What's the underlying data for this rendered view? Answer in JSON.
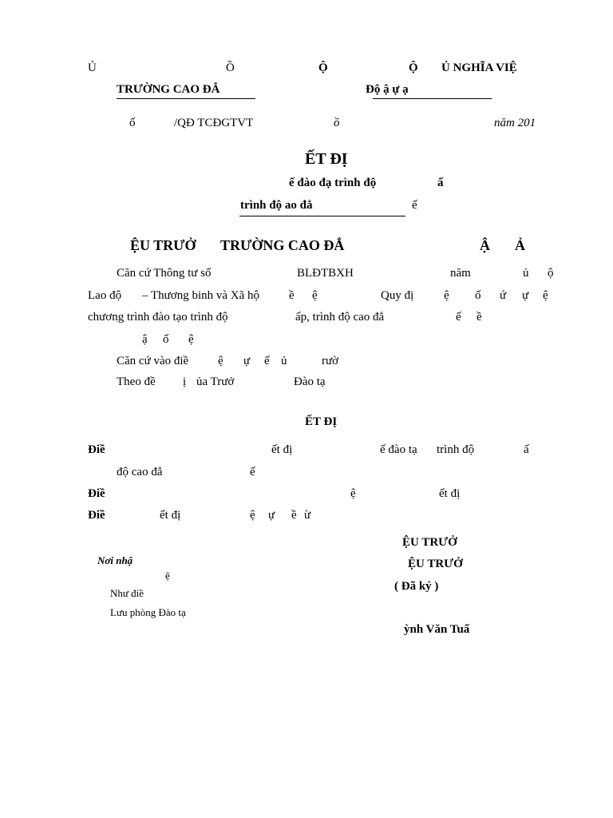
{
  "header": {
    "left_top": [
      "Ủ",
      "Ồ",
      "Ộ",
      "Ộ",
      "Ủ NGHĨA VIỆ"
    ],
    "school_name": "TRƯỜNG CAO ĐẲ",
    "motto": "Độ ậ ự ạ",
    "doc_number_prefix": "ố",
    "doc_number_code": "/QĐ TCĐGTVT",
    "date_mid": "ồ",
    "date_year": "năm 201"
  },
  "title": {
    "main": "ẾT ĐỊ",
    "sub_line1": [
      "ế đào đạ trình độ",
      "ấ"
    ],
    "sub_line2": [
      "trình độ ao đẳ",
      "ế"
    ]
  },
  "issuer": [
    "ỆU TRƯỞ",
    "TRƯỜNG CAO ĐẲ",
    "Ậ",
    "Ả"
  ],
  "preamble": {
    "line1": [
      "Căn cứ Thông tư số",
      "BLĐTBXH",
      "năm",
      "ủ",
      "ộ"
    ],
    "line2": [
      "Lao độ",
      "– Thương binh và Xã hộ",
      "ề",
      "ệ",
      "Quy đị",
      "ệ",
      "ố",
      "ứ",
      "ự",
      "ệ"
    ],
    "line3": [
      "chương trình đào tạo trình độ",
      "ấp, trình độ cao đẳ",
      "ế",
      "ề"
    ],
    "line4": [
      "ậ",
      "ố",
      "ệ"
    ],
    "line5": [
      "Căn cứ vào điề",
      "ệ",
      "ự",
      "ế",
      "ủ",
      "rườ"
    ],
    "line6": [
      "Theo đề",
      "ị",
      "ủa Trưở",
      "Đào tạ"
    ]
  },
  "section_title": "ẾT ĐỊ",
  "articles": {
    "a1_label": "Điề",
    "a1_parts": [
      "ết đị",
      "ế đào tạ",
      "trình độ",
      "ấ"
    ],
    "a1_cont": [
      "độ cao đẳ",
      "ế"
    ],
    "a2_label": "Điề",
    "a2_parts": [
      "ệ",
      "ết đị"
    ],
    "a3_label": "Điề",
    "a3_parts": [
      "ết đị",
      "ệ",
      "ự",
      "ề",
      "ừ"
    ]
  },
  "signature": {
    "title1": "ỆU TRƯỞ",
    "title2": "ỆU TRƯỞ",
    "signed": "( Đã ký )",
    "name": "ỳnh Văn Tuấ"
  },
  "recipients": {
    "label": "Nơi nhậ",
    "item0": "ệ",
    "item1": "Như điề",
    "item2": "Lưu phòng Đào tạ"
  }
}
